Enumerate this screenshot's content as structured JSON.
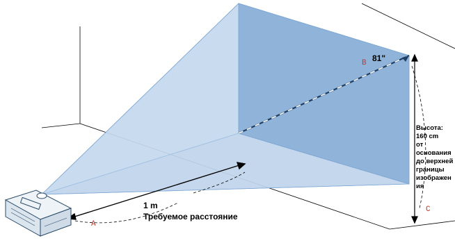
{
  "diagram": {
    "screen_size_label": "81\"",
    "distance_value": "1 m",
    "distance_caption": "Требуемое расстояние",
    "height_label_lines": [
      "Высота:",
      "160 cm",
      "от",
      "основания",
      "до верхней",
      "границы",
      "изображен",
      "ия"
    ],
    "letter_a": "A",
    "letter_b": "B",
    "letter_c": "C"
  },
  "colors": {
    "screen_fill": "#8fb3d9",
    "beam_light": "#d6e4f3",
    "beam_mid": "#b9d0ea",
    "outline": "#7fa8d4",
    "letter": "#c0392b"
  }
}
